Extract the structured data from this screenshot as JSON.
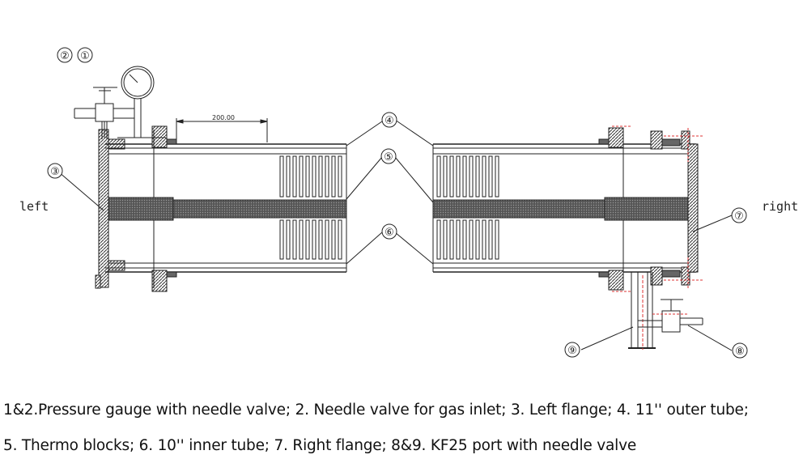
{
  "labels": {
    "left": "left",
    "right": "right",
    "dimension": "200.00"
  },
  "callouts": [
    "①",
    "②",
    "③",
    "④",
    "⑤",
    "⑥",
    "⑦",
    "⑧",
    "⑨"
  ],
  "caption": {
    "line1": "1&2.Pressure gauge with needle valve; 2. Needle valve for gas inlet; 3. Left flange; 4. 11'' outer tube;",
    "line2": "5. Thermo blocks; 6. 10'' inner tube; 7. Right flange; 8&9. KF25 port with needle valve"
  }
}
